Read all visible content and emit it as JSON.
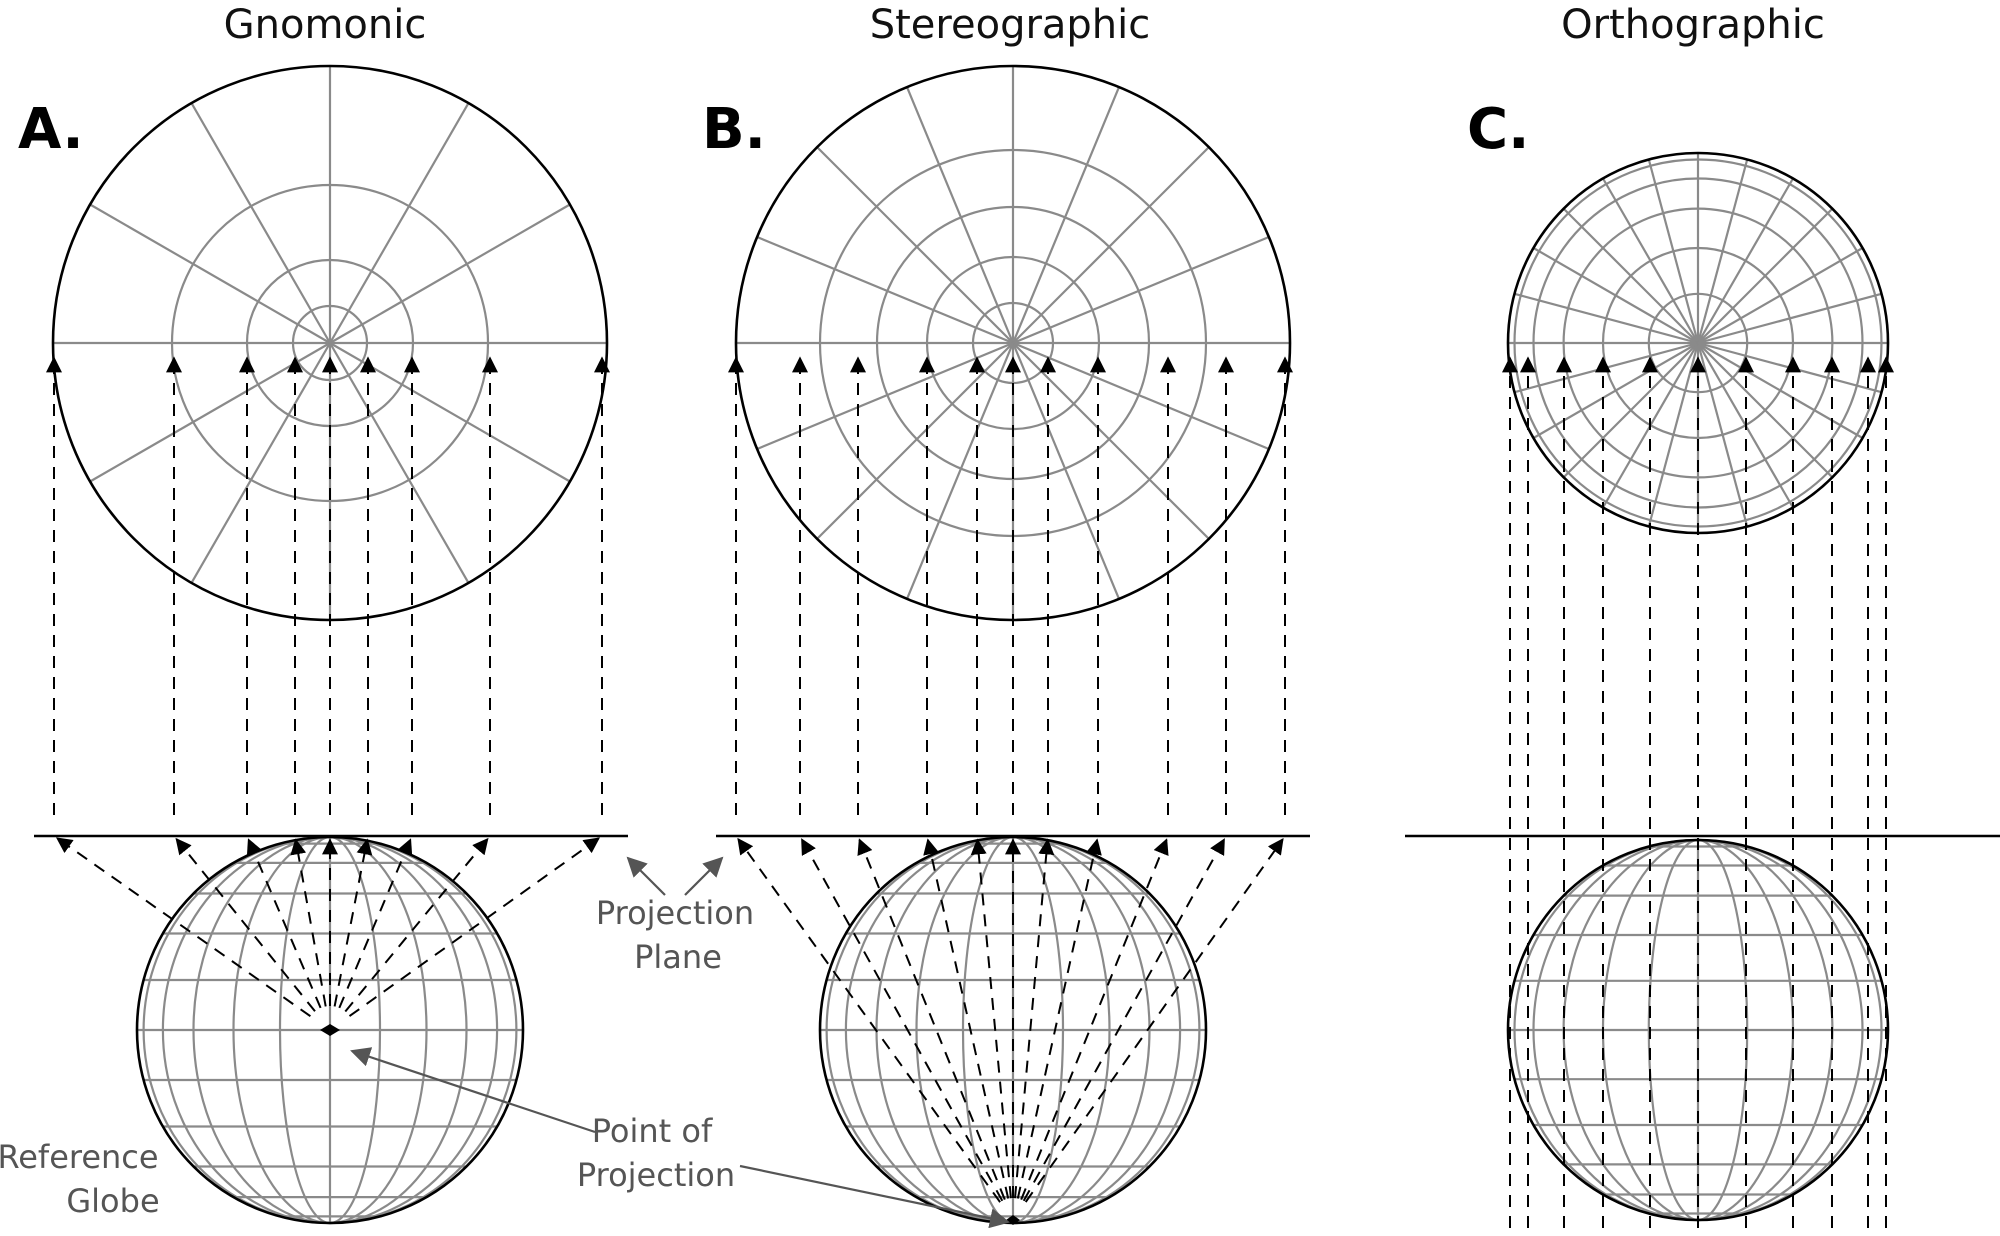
{
  "panels": [
    {
      "id": "gnomonic",
      "title": "Gnomonic",
      "letter": "A."
    },
    {
      "id": "stereographic",
      "title": "Stereographic",
      "letter": "B."
    },
    {
      "id": "orthographic",
      "title": "Orthographic",
      "letter": "C."
    }
  ],
  "labels": {
    "projection_plane": [
      "Projection",
      "Plane"
    ],
    "point_of_projection": [
      "Point of",
      "Projection"
    ],
    "reference_globe": [
      "Reference",
      "Globe"
    ]
  },
  "colors": {
    "outline": "#000000",
    "grid": "#8a8a8a",
    "label": "#555555"
  }
}
